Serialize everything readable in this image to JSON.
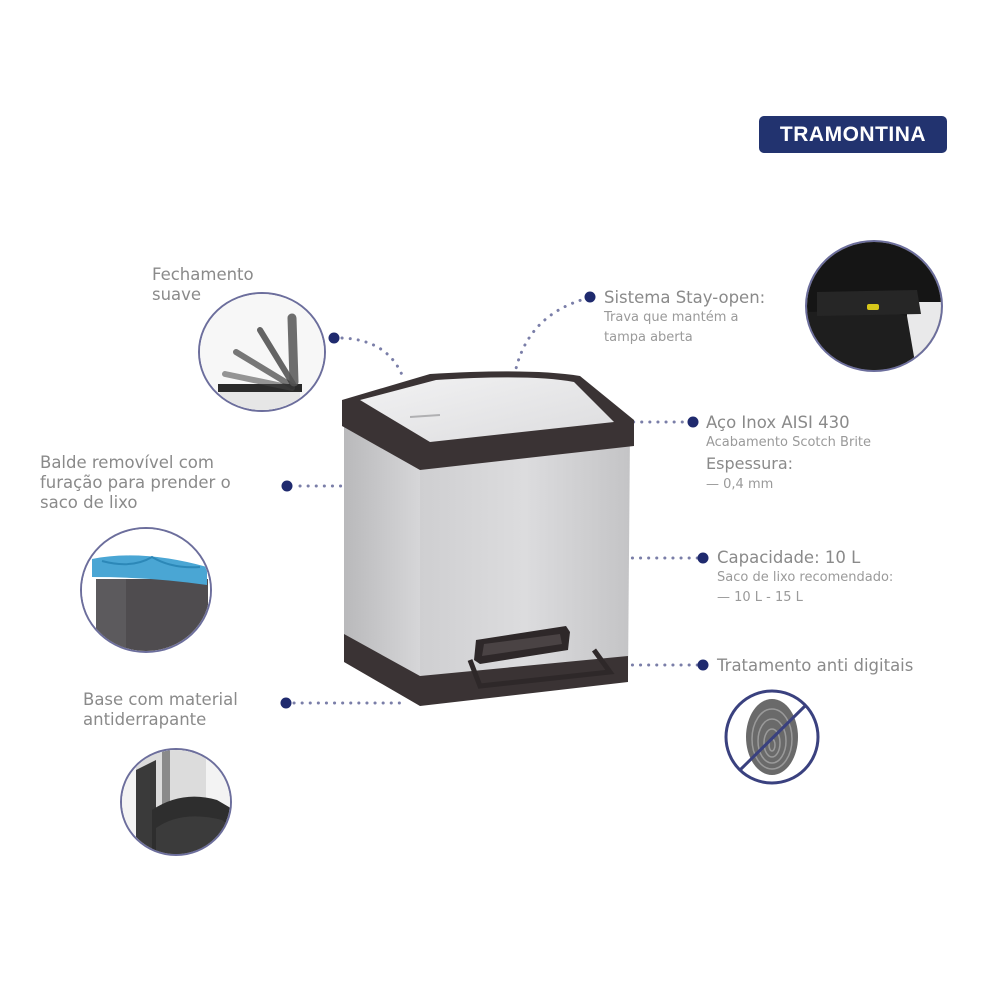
{
  "brand": {
    "name": "TRAMONTINA",
    "color": "#22336f"
  },
  "accent": {
    "dot": "#1f2a6e",
    "circle_border": "#6c6e9c"
  },
  "features": [
    {
      "id": "soft-close",
      "lines": [
        "Fechamento",
        "suave"
      ]
    },
    {
      "id": "stay-open",
      "title": "Sistema Stay-open:",
      "sub": [
        "Trava que mantém a",
        "tampa aberta"
      ]
    },
    {
      "id": "steel",
      "title": "Aço Inox AISI 430",
      "sub1": "Acabamento Scotch Brite",
      "mid": "Espessura:",
      "sub2": "— 0,4 mm"
    },
    {
      "id": "bucket",
      "lines": [
        "Balde removível com",
        "furação para prender o",
        "saco de lixo"
      ]
    },
    {
      "id": "capacity",
      "title": "Capacidade: 10 L",
      "sub": [
        "Saco de lixo recomendado:",
        "— 10 L - 15 L"
      ]
    },
    {
      "id": "anti-fingerprint",
      "title": "Tratamento anti digitais"
    },
    {
      "id": "base",
      "lines": [
        "Base com material",
        "antiderrapante"
      ]
    }
  ],
  "icons": {
    "soft_close": "lid-motion-icon",
    "stay_open": "lid-latch-icon",
    "bucket": "bucket-with-bag-icon",
    "base": "nonslip-base-icon",
    "anti_fingerprint": "no-fingerprint-icon"
  }
}
